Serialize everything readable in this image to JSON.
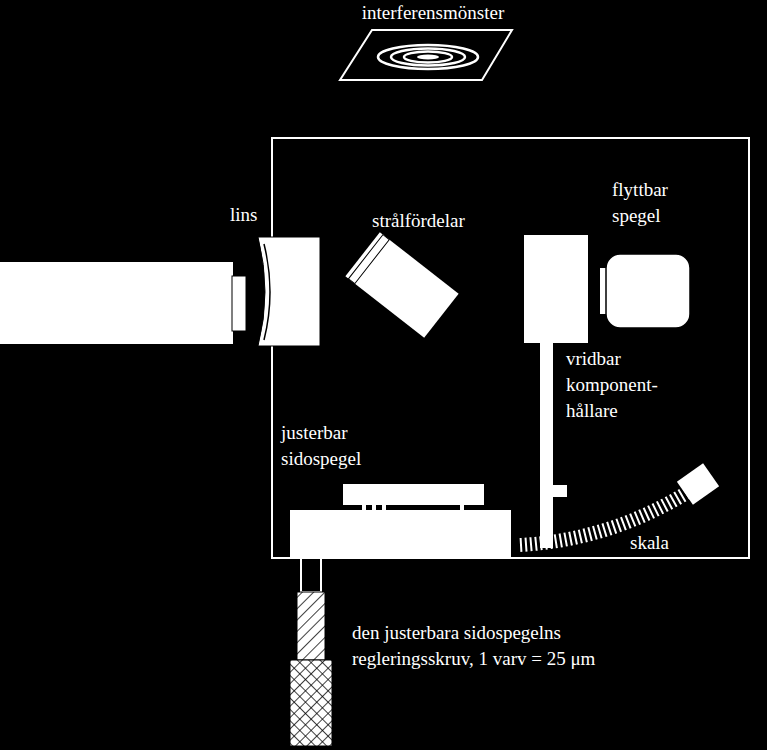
{
  "diagram": {
    "labels": [
      "interferensmönster",
      "lins",
      "strålfördelar",
      "flyttbar spegel",
      "vridbar komponent- hållare",
      "justerbar sidospegel",
      "skala",
      "den justerbara sidospegelns regleringsskruv, 1 varv = 25 μm"
    ]
  }
}
